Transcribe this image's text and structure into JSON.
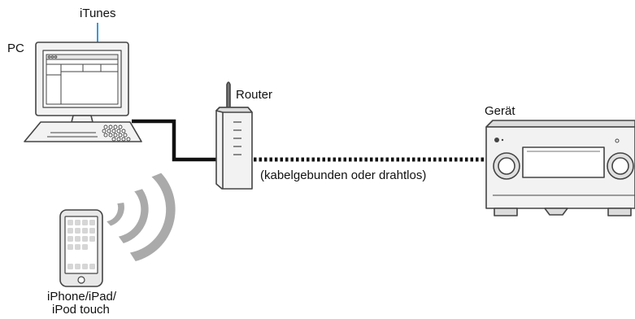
{
  "labels": {
    "itunes": "iTunes",
    "pc": "PC",
    "router": "Router",
    "device": "Gerät",
    "connection": "(kabelgebunden oder drahtlos)",
    "mobile_line1": "iPhone/iPad/",
    "mobile_line2": "iPod touch"
  },
  "colors": {
    "callout_line": "#3a9ad9",
    "cable": "#111111",
    "outline": "#444444",
    "device_fill": "#f2f2f2",
    "screen_fill": "#ffffff",
    "wifi_wave": "#aaaaaa"
  },
  "icons": [
    "pc-icon",
    "router-icon",
    "av-receiver-icon",
    "smartphone-icon",
    "wifi-waves-icon"
  ]
}
